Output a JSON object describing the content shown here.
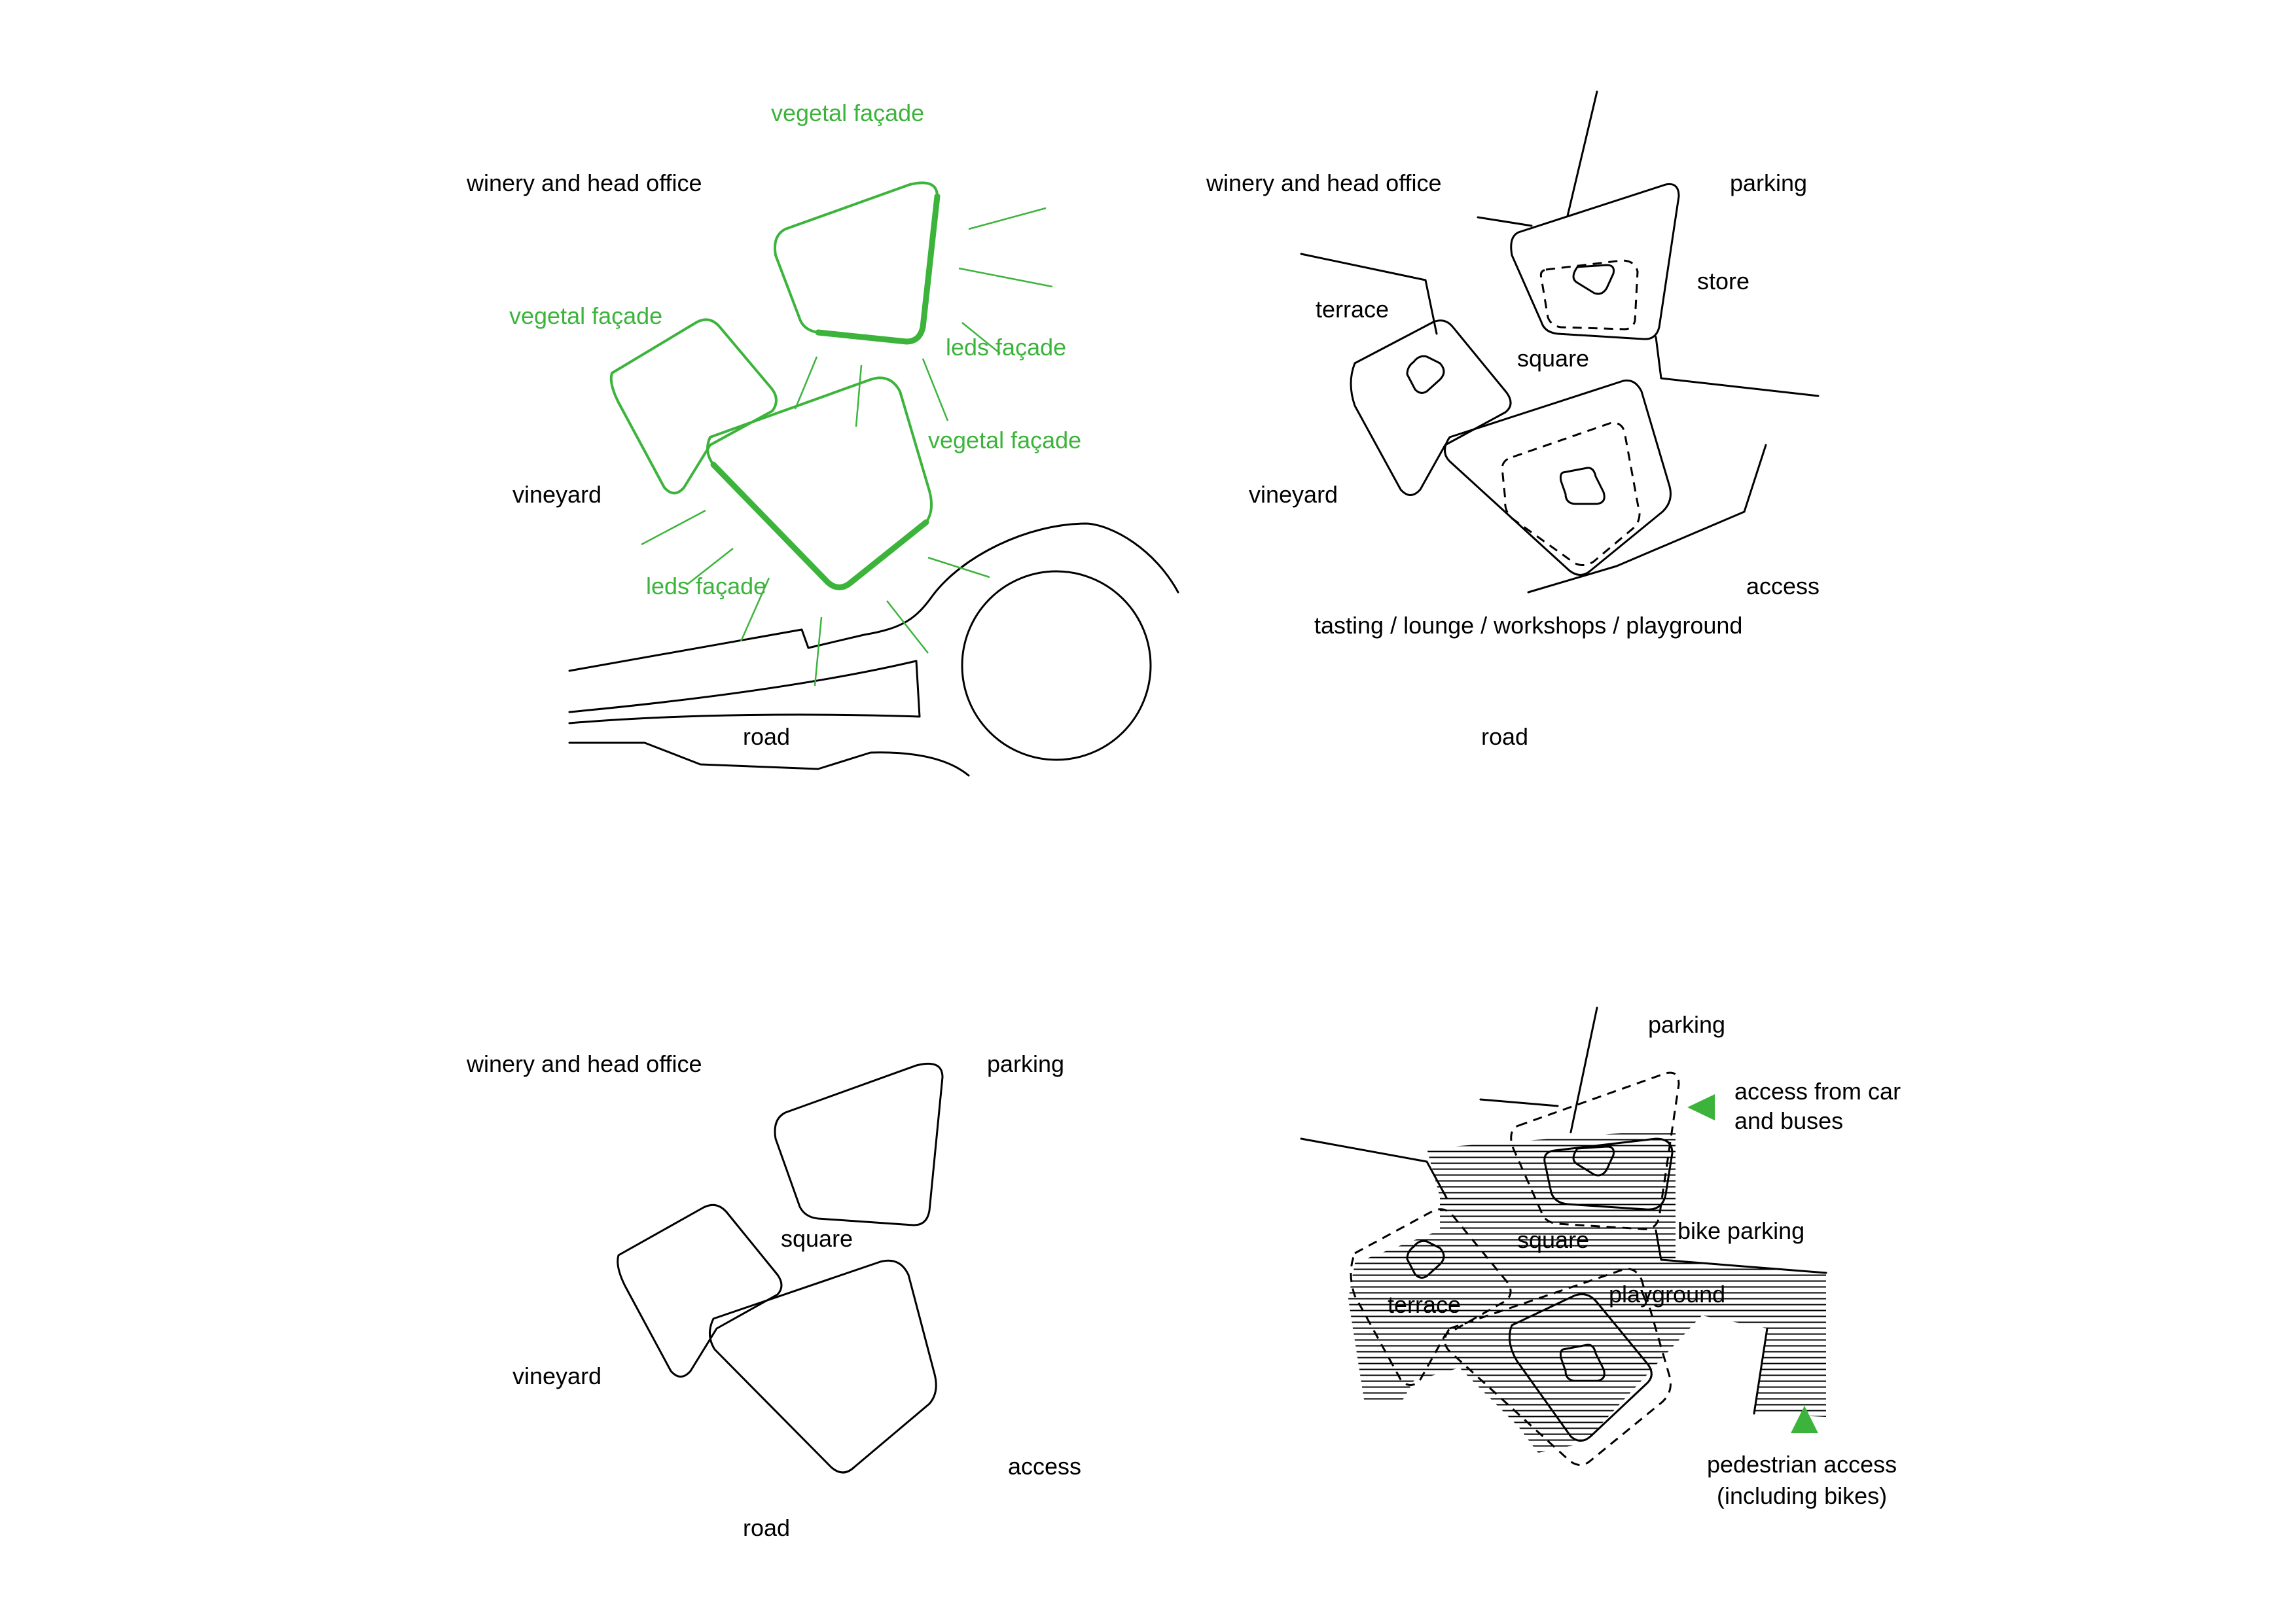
{
  "colors": {
    "accent": "#3cb43c",
    "ink": "#000000",
    "background": "#ffffff"
  },
  "panel_1": {
    "label_winery": "winery and head office",
    "label_vegetal_top": "vegetal façade",
    "label_vegetal_left": "vegetal façade",
    "label_leds_right": "leds façade",
    "label_vegetal_right": "vegetal façade",
    "label_vineyard": "vineyard",
    "label_leds_bottom": "leds façade",
    "label_road": "road"
  },
  "panel_2": {
    "label_winery": "winery and head office",
    "label_parking": "parking",
    "label_store": "store",
    "label_terrace": "terrace",
    "label_square": "square",
    "label_vineyard": "vineyard",
    "label_access": "access",
    "label_program": "tasting / lounge / workshops / playground",
    "label_road": "road"
  },
  "panel_3": {
    "label_winery": "winery and head office",
    "label_parking": "parking",
    "label_square": "square",
    "label_vineyard": "vineyard",
    "label_access": "access",
    "label_road": "road"
  },
  "panel_4": {
    "label_parking": "parking",
    "label_access_car_1": "access from car",
    "label_access_car_2": "and buses",
    "label_bike_parking": "bike parking",
    "label_square": "square",
    "label_terrace": "terrace",
    "label_playground": "playground",
    "label_pedestrian_1": "pedestrian access",
    "label_pedestrian_2": "(including bikes)",
    "icon_car_access": "triangle-left-icon",
    "icon_pedestrian_access": "triangle-up-icon"
  }
}
